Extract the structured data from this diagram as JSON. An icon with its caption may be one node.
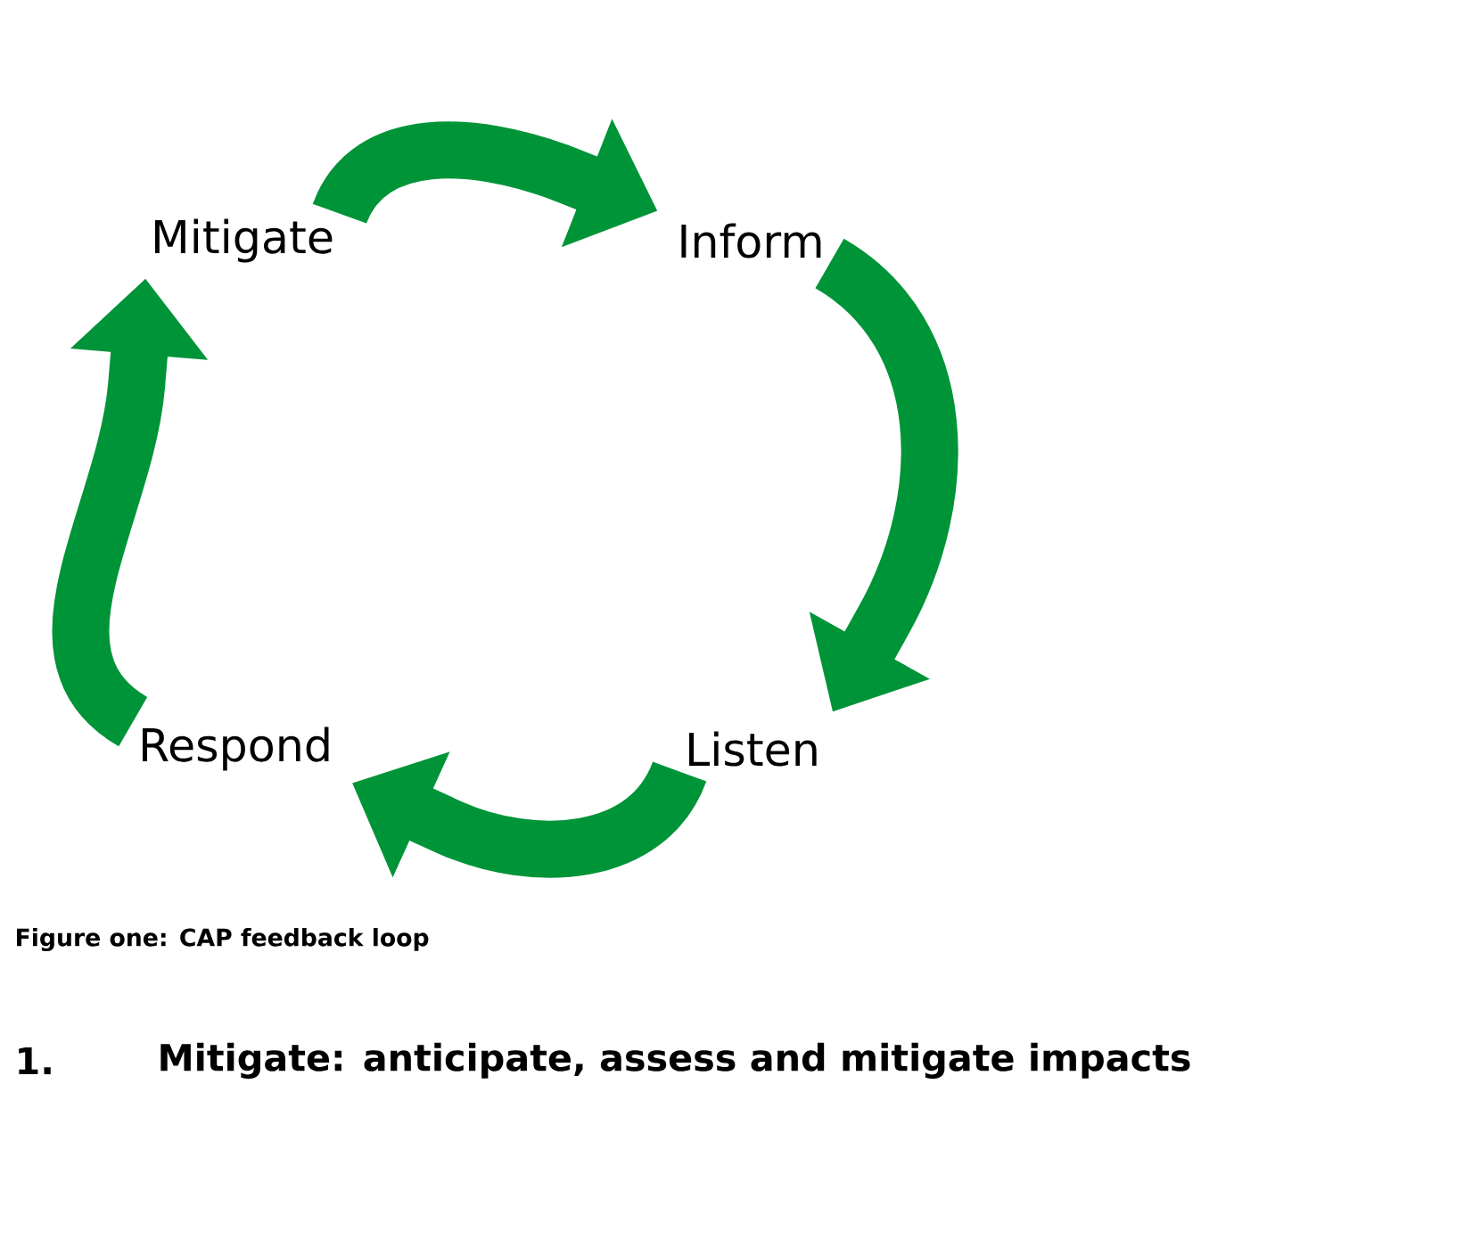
{
  "diagram": {
    "caption": "Figure one: CAP feedback loop",
    "nodes": [
      {
        "text": [
          "Mitigate"
        ]
      },
      {
        "text": [
          "Inform"
        ]
      },
      {
        "text": [
          "Listen"
        ]
      },
      {
        "text": [
          "Respond"
        ]
      }
    ],
    "edges": [
      {
        "from": 0,
        "to": 1,
        "arrow": "to"
      },
      {
        "from": 1,
        "to": 2,
        "arrow": "to"
      },
      {
        "from": 2,
        "to": 3,
        "arrow": "to"
      },
      {
        "from": 3,
        "to": 0,
        "arrow": "to"
      }
    ],
    "labels": [
      "1.",
      "Mitigate: anticipate, assess and mitigate impacts"
    ]
  }
}
